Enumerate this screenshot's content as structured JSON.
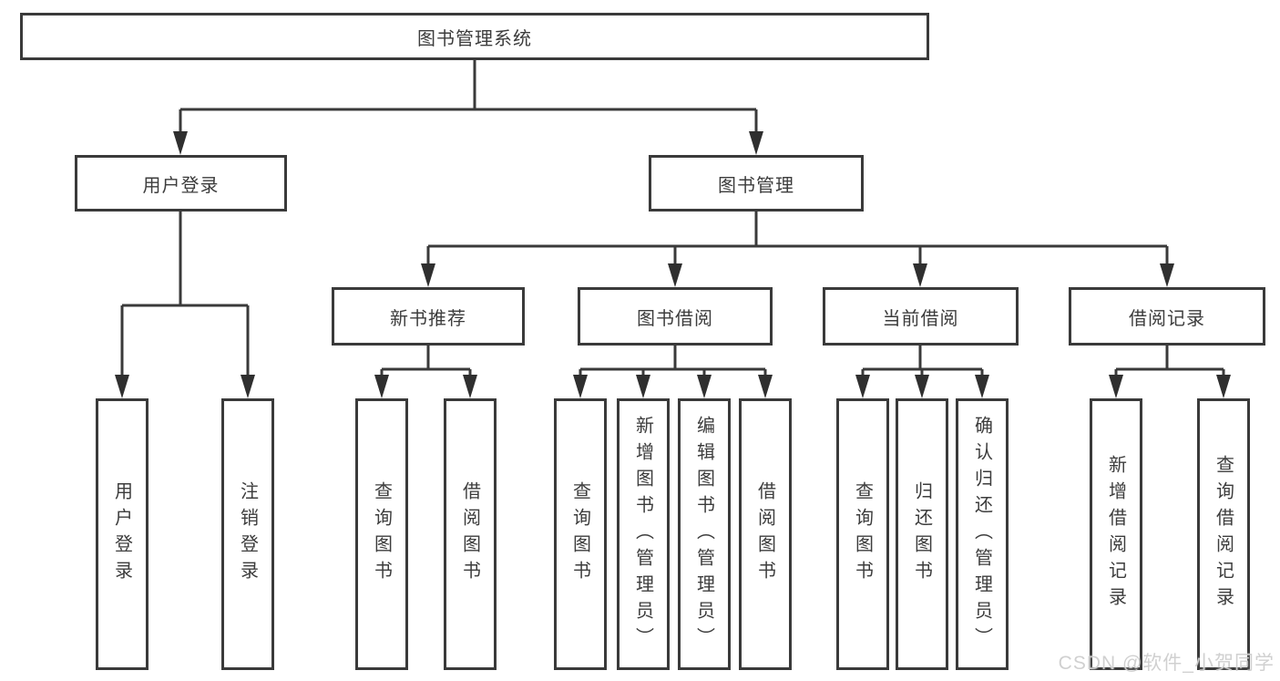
{
  "watermark": "CSDN @软件_小贺同学",
  "colors": {
    "line": "#3a3a3a",
    "text": "#3c3c3c",
    "background": "#ffffff",
    "watermark": "#cecece"
  },
  "tree": {
    "label": "图书管理系统",
    "children": [
      {
        "label": "用户登录",
        "children": [
          {
            "label": "用户登录"
          },
          {
            "label": "注销登录"
          }
        ]
      },
      {
        "label": "图书管理",
        "children": [
          {
            "label": "新书推荐",
            "children": [
              {
                "label": "查询图书"
              },
              {
                "label": "借阅图书"
              }
            ]
          },
          {
            "label": "图书借阅",
            "children": [
              {
                "label": "查询图书"
              },
              {
                "label": "新增图书（管理员）"
              },
              {
                "label": "编辑图书（管理员）"
              },
              {
                "label": "借阅图书"
              }
            ]
          },
          {
            "label": "当前借阅",
            "children": [
              {
                "label": "查询图书"
              },
              {
                "label": "归还图书"
              },
              {
                "label": "确认归还（管理员）"
              }
            ]
          },
          {
            "label": "借阅记录",
            "children": [
              {
                "label": "新增借阅记录"
              },
              {
                "label": "查询借阅记录"
              }
            ]
          }
        ]
      }
    ]
  }
}
